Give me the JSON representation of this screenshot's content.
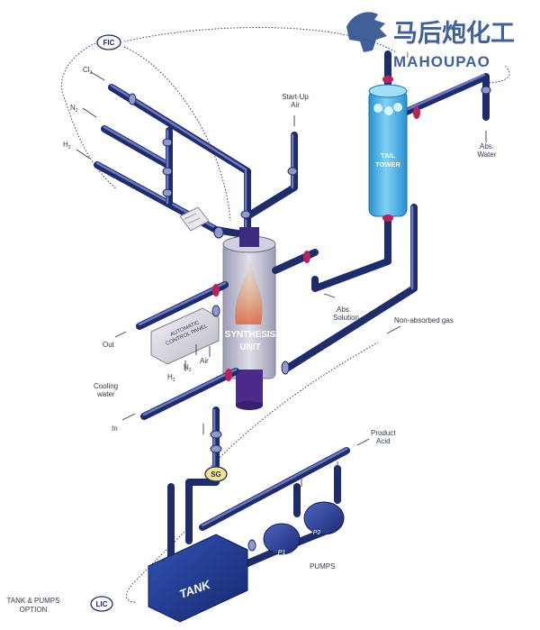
{
  "brand": {
    "chinese_name": "马后炮化工",
    "latin_name": "MAHOUPAO",
    "color": "#2b4f8f"
  },
  "instruments": {
    "fic": "FIC",
    "sg": "SG",
    "lic": "LIC"
  },
  "feeds": {
    "cl2": "Cl",
    "cl2_sub": "2",
    "n2": "N",
    "n2_sub": "2",
    "h2": "H",
    "h2_sub": "2"
  },
  "labels": {
    "startup_air_1": "Start-Up",
    "startup_air_2": "Air",
    "tail_gas_partial": "l",
    "abs_water_1": "Abs.",
    "abs_water_2": "Water",
    "abs_solution_1": "Abs.",
    "abs_solution_2": "Solution",
    "non_absorbed_gas": "Non-absorbed gas",
    "out": "Out",
    "in": "In",
    "cooling_water_1": "Cooling",
    "cooling_water_2": "water",
    "air": "Air",
    "product_acid_1": "Product",
    "product_acid_2": "Acid",
    "pumps": "PUMPS",
    "tank_pumps_option_1": "TANK & PUMPS",
    "tank_pumps_option_2": "OPTION"
  },
  "equipment": {
    "tail_tower_1": "TAIL",
    "tail_tower_2": "TOWER",
    "synthesis_1": "SYNTHESIS",
    "synthesis_2": "UNIT",
    "tank": "TANK",
    "pump_1": "P1",
    "pump_2": "P2",
    "control_panel_1": "AUTOMATIC",
    "control_panel_2": "CONTROL PANEL"
  },
  "colors": {
    "pipe": "#1f2c6b",
    "pipe_highlight": "#6d7ac1",
    "tower": "#4fb8e8",
    "flange": "#b8245a",
    "tank": "#1e3a8a",
    "label": "#333a52"
  }
}
